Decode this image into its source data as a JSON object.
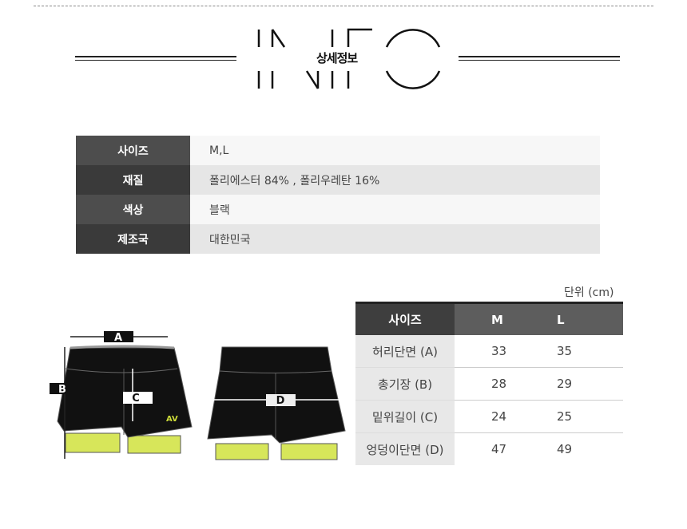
{
  "header": {
    "logo_text": "INFO",
    "title": "상세정보"
  },
  "info": [
    {
      "label": "사이즈",
      "value": "M,L"
    },
    {
      "label": "재질",
      "value": "폴리에스터 84% , 폴리우레탄 16%"
    },
    {
      "label": "색상",
      "value": "블랙"
    },
    {
      "label": "제조국",
      "value": "대한민국"
    }
  ],
  "size_table": {
    "unit": "단위 (cm)",
    "headers": [
      "사이즈",
      "M",
      "L"
    ],
    "rows": [
      {
        "label": "허리단면 (A)",
        "m": "33",
        "l": "35"
      },
      {
        "label": "총기장 (B)",
        "m": "28",
        "l": "29"
      },
      {
        "label": "밑위길이 (C)",
        "m": "24",
        "l": "25"
      },
      {
        "label": "엉덩이단면 (D)",
        "m": "47",
        "l": "49"
      }
    ]
  },
  "diagram": {
    "labels": {
      "a": "A",
      "b": "B",
      "c": "C",
      "d": "D"
    }
  }
}
